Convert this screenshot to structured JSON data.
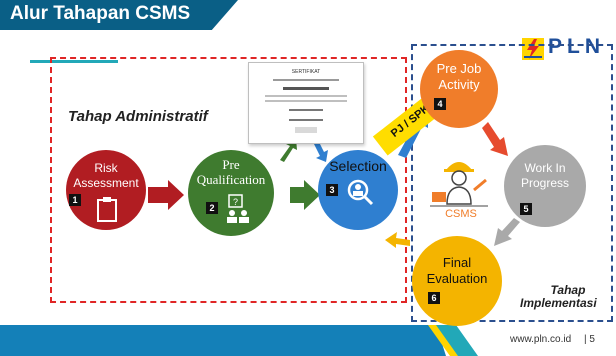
{
  "header": {
    "title": "Alur Tahapan CSMS"
  },
  "logo": {
    "text": "PLN"
  },
  "sections": {
    "administrative_label": "Tahap Administratif",
    "implementation_label_line1": "Tahap",
    "implementation_label_line2": "Implementasi"
  },
  "steps": [
    {
      "number": "1",
      "label_line1": "Risk",
      "label_line2": "Assessment",
      "icon": "clipboard-icon",
      "color": "#b11d22"
    },
    {
      "number": "2",
      "label_line1": "Pre",
      "label_line2": "Qualification",
      "icon": "question-people-icon",
      "color": "#3f7b2f"
    },
    {
      "number": "3",
      "label_line1": "Selection",
      "label_line2": "",
      "icon": "search-people-icon",
      "color": "#2f7fd0"
    },
    {
      "number": "4",
      "label_line1": "Pre Job",
      "label_line2": "Activity",
      "icon": "",
      "color": "#f07d2a"
    },
    {
      "number": "5",
      "label_line1": "Work In",
      "label_line2": "Progress",
      "icon": "",
      "color": "#a9a9a9"
    },
    {
      "number": "6",
      "label_line1": "Final",
      "label_line2": "Evaluation",
      "icon": "",
      "color": "#f4b400"
    }
  ],
  "certificate": {
    "title": "SERTIFIKAT"
  },
  "spk_tag": {
    "text": "PJ / SPK"
  },
  "csms_center": {
    "label": "CSMS",
    "icon": "worker-icon"
  },
  "footer": {
    "url": "www.pln.co.id",
    "page": "| 5"
  }
}
